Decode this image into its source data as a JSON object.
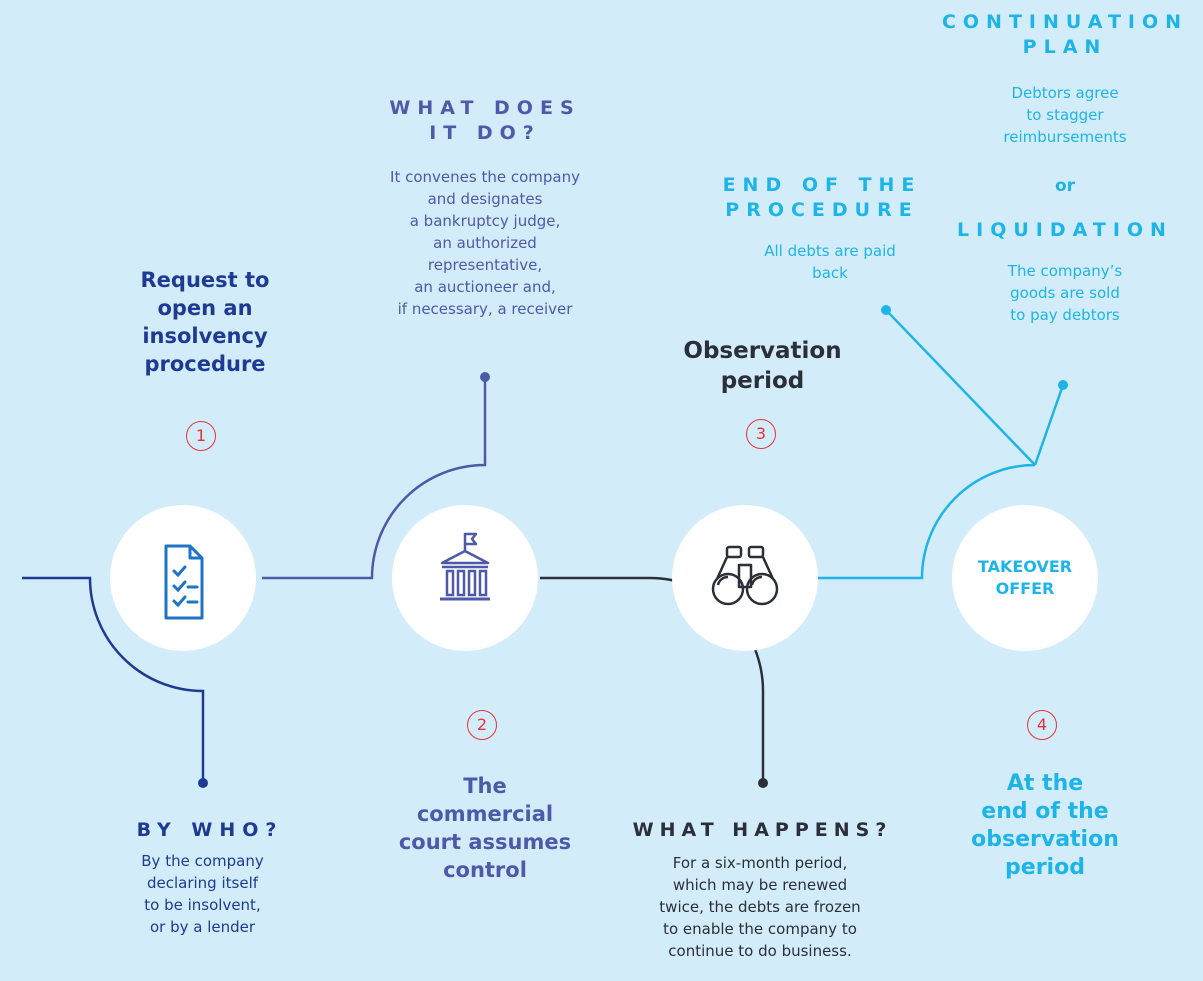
{
  "step1": {
    "title": "Request to open an insolvency procedure",
    "number": "1",
    "question": "BY WHO?",
    "answer_lines": [
      "By the company",
      "declaring itself",
      "to be insolvent,",
      "or by a lender"
    ]
  },
  "step2": {
    "question_lines": [
      "WHAT DOES",
      "IT DO?"
    ],
    "answer_lines": [
      "It convenes the company",
      "and designates",
      "a bankruptcy judge,",
      "an authorized",
      "representative,",
      "an auctioneer and,",
      "if necessary, a receiver"
    ],
    "number": "2",
    "title_lines": [
      "The",
      "commercial",
      "court assumes",
      "control"
    ]
  },
  "step3": {
    "title_lines": [
      "Observation",
      "period"
    ],
    "number": "3",
    "question": "WHAT HAPPENS?",
    "answer_lines": [
      "For a six-month period,",
      "which may be renewed",
      "twice, the debts are frozen",
      "to enable the company to",
      "continue to do business."
    ]
  },
  "step4": {
    "circle_lines": [
      "TAKEOVER",
      "OFFER"
    ],
    "number": "4",
    "title_lines": [
      "At the",
      "end of the",
      "observation",
      "period"
    ],
    "end_heading_lines": [
      "END OF THE",
      "PROCEDURE"
    ],
    "end_text_lines": [
      "All debts are paid",
      "back"
    ],
    "continuation_heading_lines": [
      "CONTINUATION",
      "PLAN"
    ],
    "continuation_text_lines": [
      "Debtors agree",
      "to stagger",
      "reimbursements"
    ],
    "or_label": "or",
    "liquidation_heading": "LIQUIDATION",
    "liquidation_text_lines": [
      "The company’s",
      "goods are sold",
      "to pay debtors"
    ]
  },
  "colors": {
    "background": "#d2edf9",
    "navy": "#1f3a93",
    "purple": "#4e59a8",
    "dark": "#2b2f3a",
    "cyan": "#1eb4e8",
    "red": "#e8313a"
  },
  "icons": [
    "checklist-document-icon",
    "courthouse-icon",
    "binoculars-icon"
  ]
}
